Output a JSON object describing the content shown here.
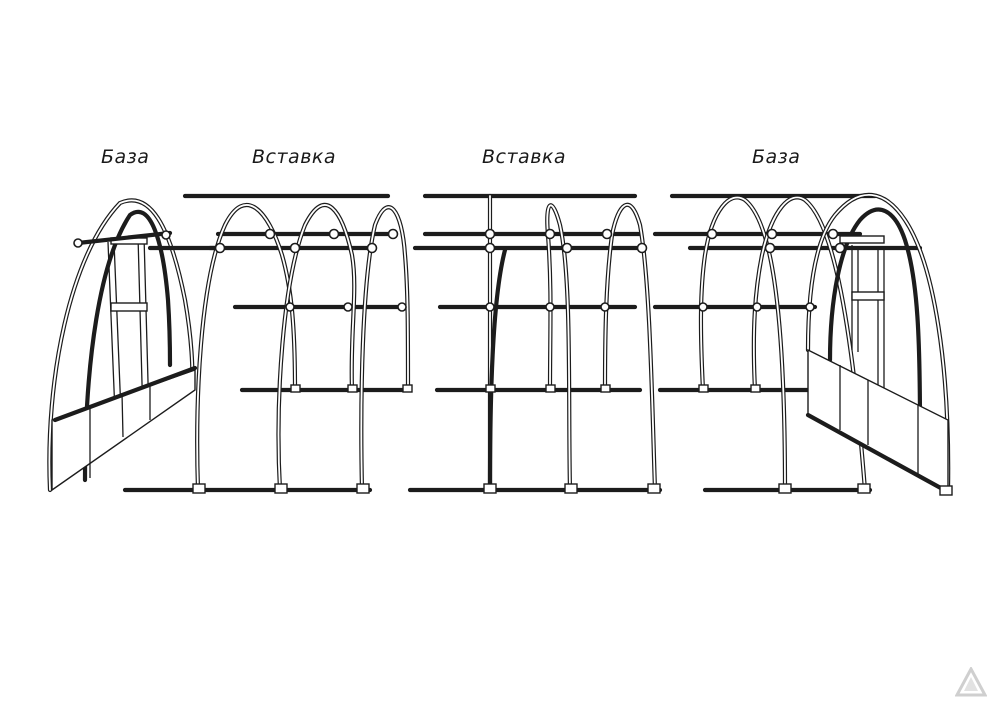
{
  "labels": {
    "base_left": "База",
    "insert_1": "Вставка",
    "insert_2": "Вставка",
    "base_right": "База"
  },
  "sections": [
    {
      "name": "База",
      "type": "end-section-with-door"
    },
    {
      "name": "Вставка",
      "type": "middle-insert"
    },
    {
      "name": "Вставка",
      "type": "middle-insert"
    },
    {
      "name": "База",
      "type": "end-section-with-door"
    }
  ],
  "watermark": {
    "icon": "triangle-logo-icon"
  },
  "colors": {
    "line": "#1c1c1c",
    "background": "#ffffff"
  }
}
